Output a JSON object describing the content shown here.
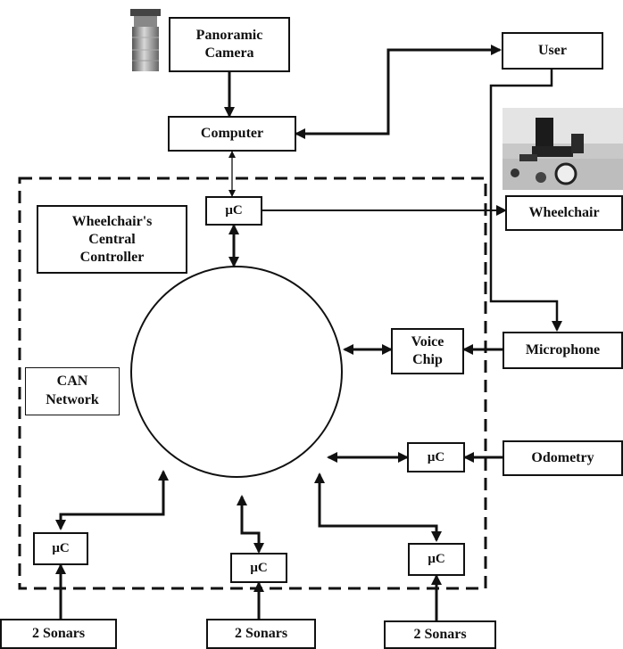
{
  "diagram": {
    "nodes": {
      "panoramic_camera": "Panoramic\nCamera",
      "user": "User",
      "computer": "Computer",
      "wheelchair": "Wheelchair",
      "uc_top": "μC",
      "central_controller": "Wheelchair's\nCentral\nController",
      "voice_chip": "Voice\nChip",
      "microphone": "Microphone",
      "can_network": "CAN\nNetwork",
      "uc_odometry": "μC",
      "odometry": "Odometry",
      "uc_sonar_left": "μC",
      "uc_sonar_middle": "μC",
      "uc_sonar_right": "μC",
      "sonars_left": "2 Sonars",
      "sonars_middle": "2 Sonars",
      "sonars_right": "2 Sonars"
    },
    "colors": {
      "stroke": "#111111",
      "background": "#ffffff"
    },
    "icons": {
      "camera": "camera-icon",
      "wheelchair_photo": "wheelchair-photo"
    }
  }
}
